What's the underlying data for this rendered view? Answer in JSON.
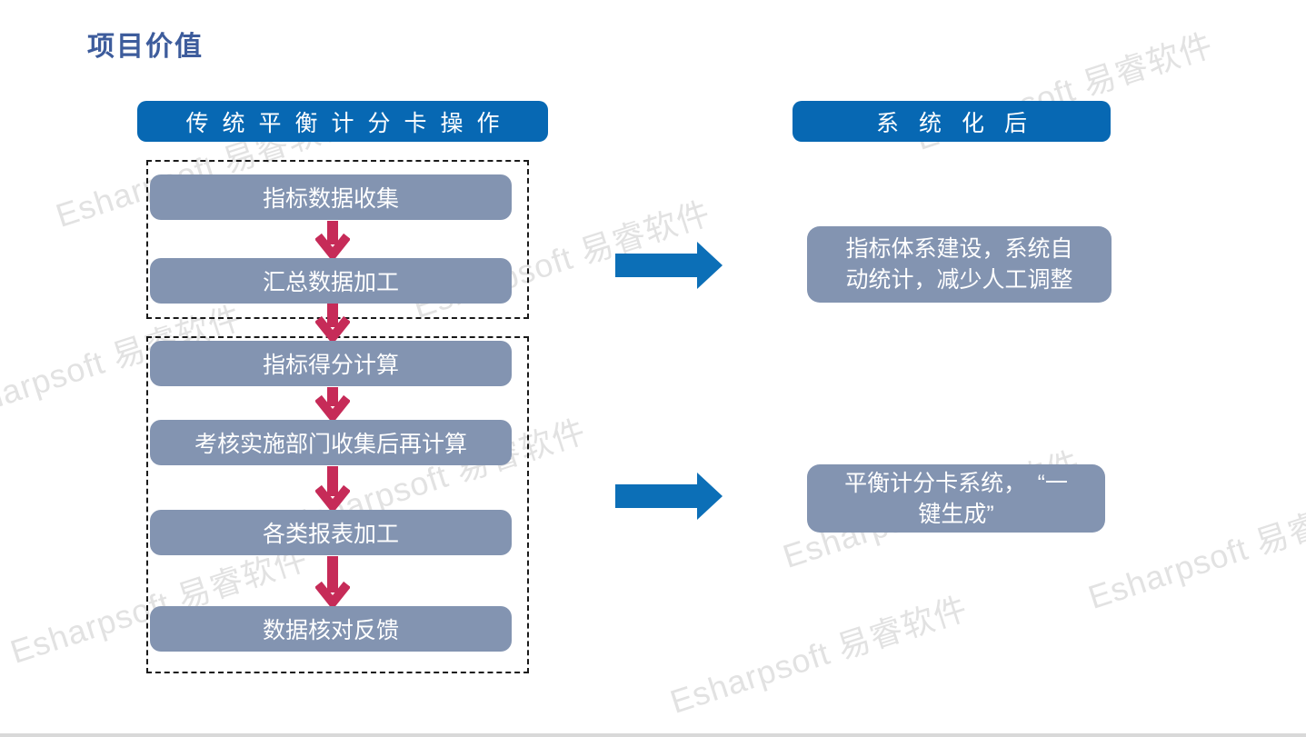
{
  "title": "项目价值",
  "left_panel": {
    "header": "传统平衡计分卡操作",
    "groups": [
      {
        "steps": [
          "指标数据收集",
          "汇总数据加工"
        ]
      },
      {
        "steps": [
          "指标得分计算",
          "考核实施部门收集后再计算",
          "各类报表加工",
          "数据核对反馈"
        ]
      }
    ]
  },
  "right_panel": {
    "header": "系统化后",
    "results": [
      "指标体系建设，系统自\n动统计，减少人工调整",
      "平衡计分卡系统，　“一\n键生成”"
    ]
  },
  "watermark": {
    "text": "Esharpsoft 易睿软件"
  },
  "colors": {
    "title_text": "#3D5C9C",
    "header_blue": "#0768B3",
    "step_gray": "#8394B1",
    "arrow_red": "#C62B58",
    "arrow_blue": "#0C6FB7",
    "dashed_border": "#1A1A1A",
    "bottom_bar": "#D9D9D9",
    "watermark_gray": "#E2E2E2"
  }
}
